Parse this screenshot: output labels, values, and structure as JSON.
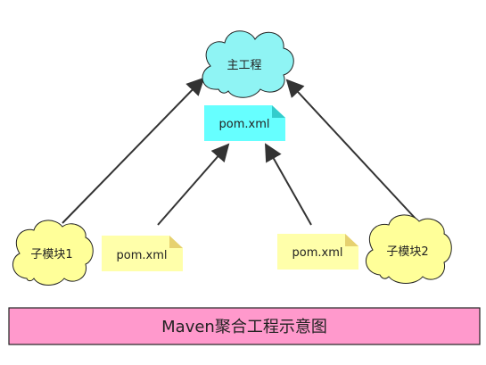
{
  "diagram": {
    "main_project": {
      "label": "主工程",
      "fill": "#8ff4f4"
    },
    "main_pom": {
      "label": "pom.xml",
      "fill": "#66ffff"
    },
    "child1": {
      "label": "子模块1",
      "fill": "#ffff99"
    },
    "child1_pom": {
      "label": "pom.xml",
      "fill": "#ffffaa"
    },
    "child2": {
      "label": "子模块2",
      "fill": "#ffff99"
    },
    "child2_pom": {
      "label": "pom.xml",
      "fill": "#ffffaa"
    },
    "banner": {
      "label": "Maven聚合工程示意图",
      "fill": "#ff99cc"
    }
  },
  "colors": {
    "stroke": "#222222",
    "arrow": "#333333"
  }
}
